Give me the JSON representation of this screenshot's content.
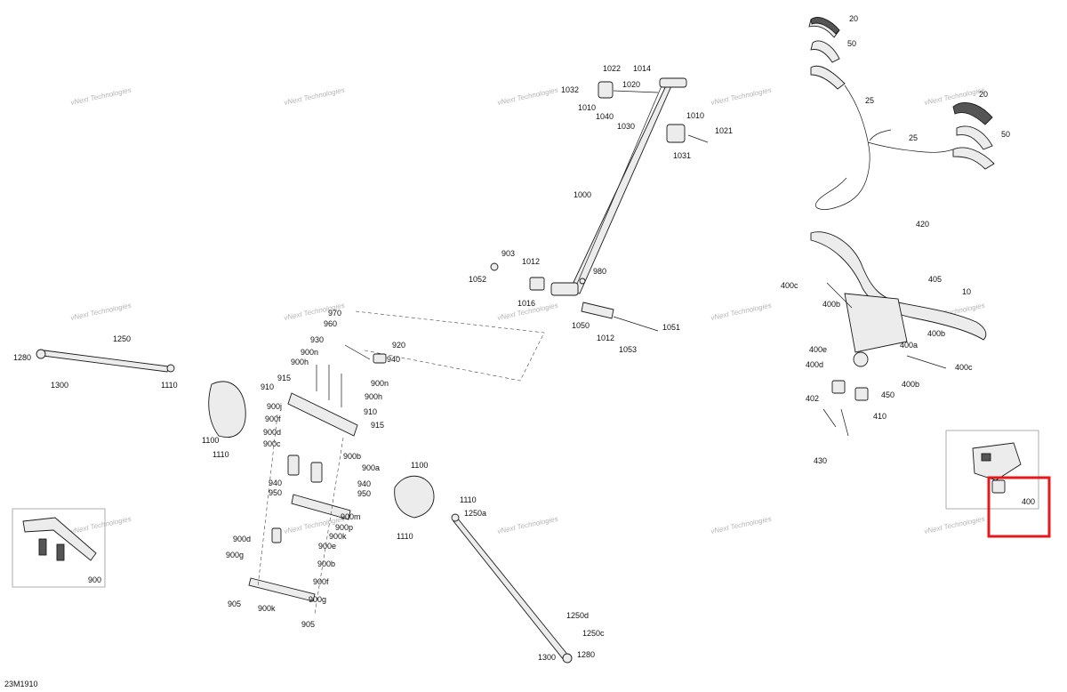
{
  "diagram": {
    "reference_code": "23M1910",
    "watermark": "vNext Technologies",
    "highlight_color": "#e5191c",
    "callouts": [
      {
        "id": "c1",
        "label": "20"
      },
      {
        "id": "c2",
        "label": "50"
      },
      {
        "id": "c3",
        "label": "25"
      },
      {
        "id": "c4",
        "label": "25"
      },
      {
        "id": "c5",
        "label": "20"
      },
      {
        "id": "c6",
        "label": "50"
      },
      {
        "id": "c7",
        "label": "1022"
      },
      {
        "id": "c8",
        "label": "1014"
      },
      {
        "id": "c9",
        "label": "1032"
      },
      {
        "id": "c10",
        "label": "1020"
      },
      {
        "id": "c11",
        "label": "1010"
      },
      {
        "id": "c12",
        "label": "1040"
      },
      {
        "id": "c13",
        "label": "1030"
      },
      {
        "id": "c14",
        "label": "1010"
      },
      {
        "id": "c15",
        "label": "1021"
      },
      {
        "id": "c16",
        "label": "1031"
      },
      {
        "id": "c17",
        "label": "1000"
      },
      {
        "id": "c18",
        "label": "903"
      },
      {
        "id": "c19",
        "label": "1012"
      },
      {
        "id": "c20",
        "label": "980"
      },
      {
        "id": "c21",
        "label": "1052"
      },
      {
        "id": "c22",
        "label": "1016"
      },
      {
        "id": "c23",
        "label": "1050"
      },
      {
        "id": "c24",
        "label": "1012"
      },
      {
        "id": "c25",
        "label": "1053"
      },
      {
        "id": "c26",
        "label": "1051"
      },
      {
        "id": "c27",
        "label": "420"
      },
      {
        "id": "c28",
        "label": "400c"
      },
      {
        "id": "c29",
        "label": "405"
      },
      {
        "id": "c30",
        "label": "10"
      },
      {
        "id": "c31",
        "label": "400b"
      },
      {
        "id": "c32",
        "label": "400b"
      },
      {
        "id": "c33",
        "label": "400e"
      },
      {
        "id": "c34",
        "label": "400a"
      },
      {
        "id": "c35",
        "label": "400d"
      },
      {
        "id": "c36",
        "label": "400c"
      },
      {
        "id": "c37",
        "label": "400b"
      },
      {
        "id": "c38",
        "label": "450"
      },
      {
        "id": "c39",
        "label": "402"
      },
      {
        "id": "c40",
        "label": "410"
      },
      {
        "id": "c41",
        "label": "430"
      },
      {
        "id": "c42",
        "label": "400"
      },
      {
        "id": "c43",
        "label": "970"
      },
      {
        "id": "c44",
        "label": "960"
      },
      {
        "id": "c45",
        "label": "930"
      },
      {
        "id": "c46",
        "label": "920"
      },
      {
        "id": "c47",
        "label": "900n"
      },
      {
        "id": "c48",
        "label": "900h"
      },
      {
        "id": "c49",
        "label": "940"
      },
      {
        "id": "c50",
        "label": "910"
      },
      {
        "id": "c51",
        "label": "915"
      },
      {
        "id": "c52",
        "label": "900n"
      },
      {
        "id": "c53",
        "label": "900h"
      },
      {
        "id": "c54",
        "label": "900j"
      },
      {
        "id": "c55",
        "label": "910"
      },
      {
        "id": "c56",
        "label": "900f"
      },
      {
        "id": "c57",
        "label": "915"
      },
      {
        "id": "c58",
        "label": "900d"
      },
      {
        "id": "c59",
        "label": "900c"
      },
      {
        "id": "c60",
        "label": "900b"
      },
      {
        "id": "c61",
        "label": "900a"
      },
      {
        "id": "c62",
        "label": "940"
      },
      {
        "id": "c63",
        "label": "940"
      },
      {
        "id": "c64",
        "label": "950"
      },
      {
        "id": "c65",
        "label": "950"
      },
      {
        "id": "c66",
        "label": "900m"
      },
      {
        "id": "c67",
        "label": "900p"
      },
      {
        "id": "c68",
        "label": "900k"
      },
      {
        "id": "c69",
        "label": "900d"
      },
      {
        "id": "c70",
        "label": "900e"
      },
      {
        "id": "c71",
        "label": "900g"
      },
      {
        "id": "c72",
        "label": "900b"
      },
      {
        "id": "c73",
        "label": "900f"
      },
      {
        "id": "c74",
        "label": "905"
      },
      {
        "id": "c75",
        "label": "900k"
      },
      {
        "id": "c76",
        "label": "900g"
      },
      {
        "id": "c77",
        "label": "905"
      },
      {
        "id": "c78",
        "label": "900"
      },
      {
        "id": "c79",
        "label": "1250"
      },
      {
        "id": "c80",
        "label": "1280"
      },
      {
        "id": "c81",
        "label": "1300"
      },
      {
        "id": "c82",
        "label": "1110"
      },
      {
        "id": "c83",
        "label": "1100"
      },
      {
        "id": "c84",
        "label": "1110"
      },
      {
        "id": "c85",
        "label": "1100"
      },
      {
        "id": "c86",
        "label": "1110"
      },
      {
        "id": "c87",
        "label": "1250a"
      },
      {
        "id": "c88",
        "label": "1110"
      },
      {
        "id": "c89",
        "label": "1250d"
      },
      {
        "id": "c90",
        "label": "1250c"
      },
      {
        "id": "c91",
        "label": "1300"
      },
      {
        "id": "c92",
        "label": "1280"
      }
    ]
  }
}
